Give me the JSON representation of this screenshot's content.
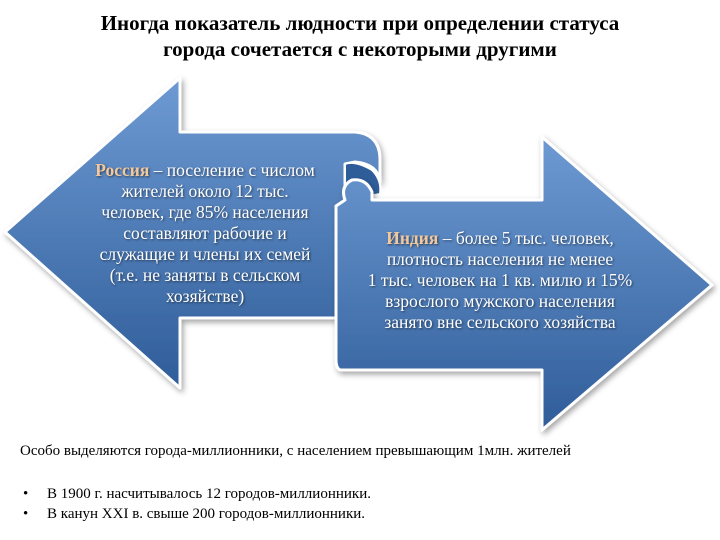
{
  "slide": {
    "title_line1": "Иногда показатель людности при определении статуса",
    "title_line2": "города сочетается с некоторыми другими"
  },
  "left_arrow": {
    "highlight": "Россия",
    "lines": [
      " – поселение с числом",
      "жителей около 12 тыс.",
      "человек, где 85% населения",
      "составляют рабочие и",
      "служащие и члены их семей",
      "(т.е. не заняты в сельском",
      "хозяйстве)"
    ]
  },
  "right_arrow": {
    "highlight": "Индия",
    "lines": [
      " – более 5 тыс. человек,",
      "плотность населения не менее",
      "1 тыс. человек на 1 кв. милю и 15%",
      "взрослого мужского населения",
      "занято вне сельского хозяйства"
    ]
  },
  "note": "Особо выделяются города-миллионники, с населением превышающим 1млн. жителей",
  "bullets": [
    "В 1900 г. насчитывалось 12 городов-миллионники.",
    "В канун XXI в. свыше 200 городов-миллионники."
  ],
  "colors": {
    "arrow_fill": "#3c6ca8",
    "arrow_fill_light": "#6e9ad3",
    "arrow_stroke": "#ffffff",
    "highlight_text": "#f2c89e"
  },
  "icons": {
    "bullet": "•"
  }
}
